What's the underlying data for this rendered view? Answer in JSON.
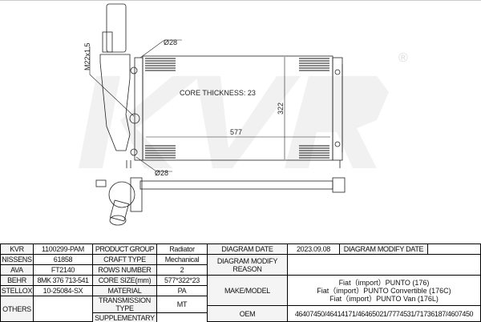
{
  "watermark": "KVR",
  "watermark_reg": "®",
  "drawing": {
    "core_thickness": "CORE THICKNESS: 23",
    "width_dim": "577",
    "height_dim": "322",
    "diam_top": "Ø28",
    "diam_bottom": "Ø28",
    "thread": "M22x1.5"
  },
  "table": {
    "kvr_label": "KVR",
    "kvr": "1100299-PAM",
    "nissens_label": "NISSENS",
    "nissens": "61858",
    "ava_label": "AVA",
    "ava": "FT2140",
    "behr_label": "BEHR",
    "behr": "8MK 376 713-541",
    "stellox_label": "STELLOX",
    "stellox": "10-25084-SX",
    "others_label": "OTHERS",
    "others": "",
    "product_group_label": "PRODUCT GROUP",
    "product_group": "Radiator",
    "craft_type_label": "CRAFT TYPE",
    "craft_type": "Mechanical",
    "rows_number_label": "ROWS NUMBER",
    "rows_number": "2",
    "core_size_label": "CORE SIZE(mm)",
    "core_size": "577*322*23",
    "material_label": "MATERIAL",
    "material": "PA",
    "transmission_label": "TRANSMISSION TYPE",
    "transmission": "MT",
    "supplementary_label": "SUPPLEMENTARY",
    "supplementary": "",
    "diagram_date_label": "DIAGRAM DATE",
    "diagram_date": "2023.09.08",
    "modify_date_label": "DIAGRAM MODIFY DATE",
    "modify_date": "",
    "modify_reason_label": "DIAGRAM MODIFY REASON",
    "modify_reason": "",
    "make_model_label": "MAKE/MODEL",
    "make_model": [
      "Fiat（import）PUNTO (176)",
      "Fiat（import）PUNTO Convertible (176C)",
      "Fiat（import）PUNTO Van (176L)"
    ],
    "oem_label": "OEM",
    "oem": "46407450/46414171/46465021/7774531/71736187/4607450"
  }
}
